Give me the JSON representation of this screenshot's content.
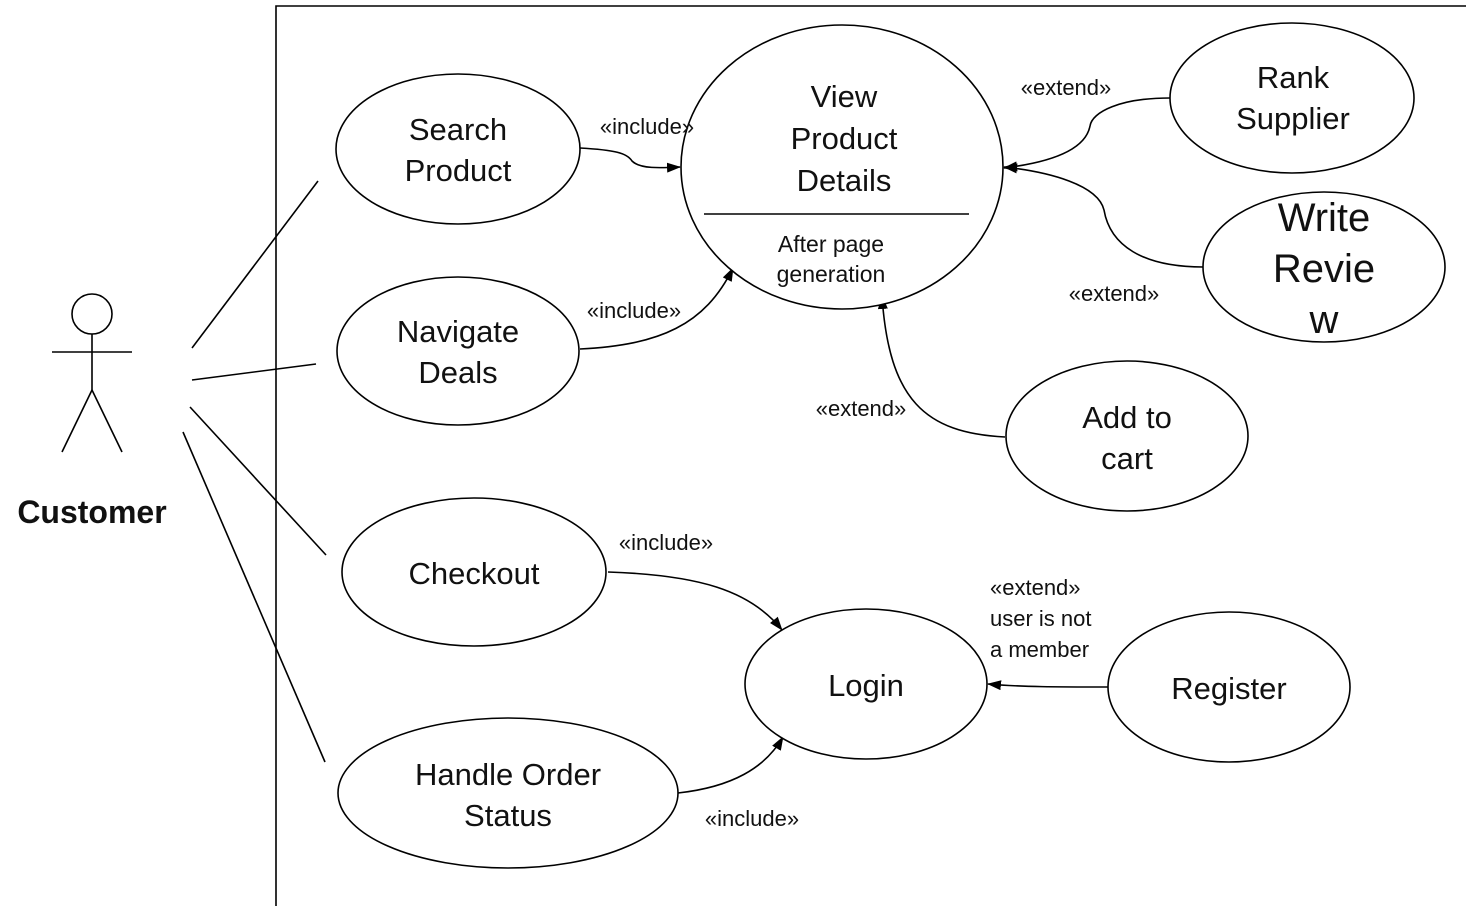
{
  "actor": {
    "name": "Customer"
  },
  "use_cases": {
    "search_product": [
      "Search",
      "Product"
    ],
    "navigate_deals": [
      "Navigate",
      "Deals"
    ],
    "checkout": [
      "Checkout"
    ],
    "handle_order_status": [
      "Handle Order",
      "Status"
    ],
    "view_product_details": [
      "View",
      "Product",
      "Details"
    ],
    "view_product_details_note": [
      "After page",
      "generation"
    ],
    "rank_supplier": [
      "Rank",
      "Supplier"
    ],
    "write_review": [
      "Write",
      "Revie",
      "w"
    ],
    "add_to_cart": [
      "Add to",
      "cart"
    ],
    "login": [
      "Login"
    ],
    "register": [
      "Register"
    ]
  },
  "relations": {
    "search_include": "«include»",
    "navigate_include": "«include»",
    "checkout_include": "«include»",
    "handle_include": "«include»",
    "rank_extend": "«extend»",
    "review_extend": "«extend»",
    "cart_extend": "«extend»",
    "register_extend": [
      "«extend»",
      "user is not",
      "a member"
    ]
  }
}
